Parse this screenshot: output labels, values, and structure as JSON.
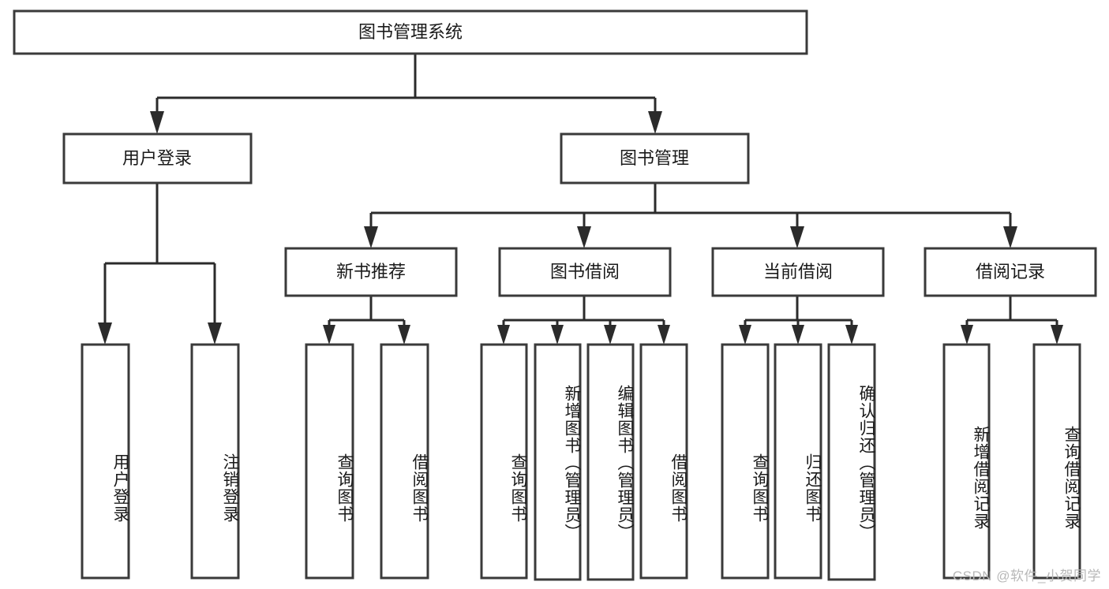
{
  "diagram": {
    "title": "图书管理系统",
    "type": "hierarchy-tree",
    "watermark": "CSDN @软件_小贺同学",
    "colors": {
      "box_stroke": "#3a3a3a",
      "connector": "#2b2b2b",
      "background": "#ffffff",
      "text": "#1a1a1a",
      "watermark": "#b8b8b8"
    },
    "levels": {
      "root": {
        "label": "图书管理系统"
      },
      "level2": [
        {
          "label": "用户登录"
        },
        {
          "label": "图书管理"
        }
      ],
      "level3": [
        {
          "label": "新书推荐"
        },
        {
          "label": "图书借阅"
        },
        {
          "label": "当前借阅"
        },
        {
          "label": "借阅记录"
        }
      ],
      "leaves": [
        {
          "label": "用户登录",
          "parent": "用户登录"
        },
        {
          "label": "注销登录",
          "parent": "用户登录"
        },
        {
          "label": "查询图书",
          "parent": "新书推荐"
        },
        {
          "label": "借阅图书",
          "parent": "新书推荐"
        },
        {
          "label": "查询图书",
          "parent": "图书借阅"
        },
        {
          "label": "新增图书（管理员）",
          "parent": "图书借阅"
        },
        {
          "label": "编辑图书（管理员）",
          "parent": "图书借阅"
        },
        {
          "label": "借阅图书",
          "parent": "图书借阅"
        },
        {
          "label": "查询图书",
          "parent": "当前借阅"
        },
        {
          "label": "归还图书",
          "parent": "当前借阅"
        },
        {
          "label": "确认归还（管理员）",
          "parent": "当前借阅"
        },
        {
          "label": "新增借阅记录",
          "parent": "借阅记录"
        },
        {
          "label": "查询借阅记录",
          "parent": "借阅记录"
        }
      ]
    }
  }
}
